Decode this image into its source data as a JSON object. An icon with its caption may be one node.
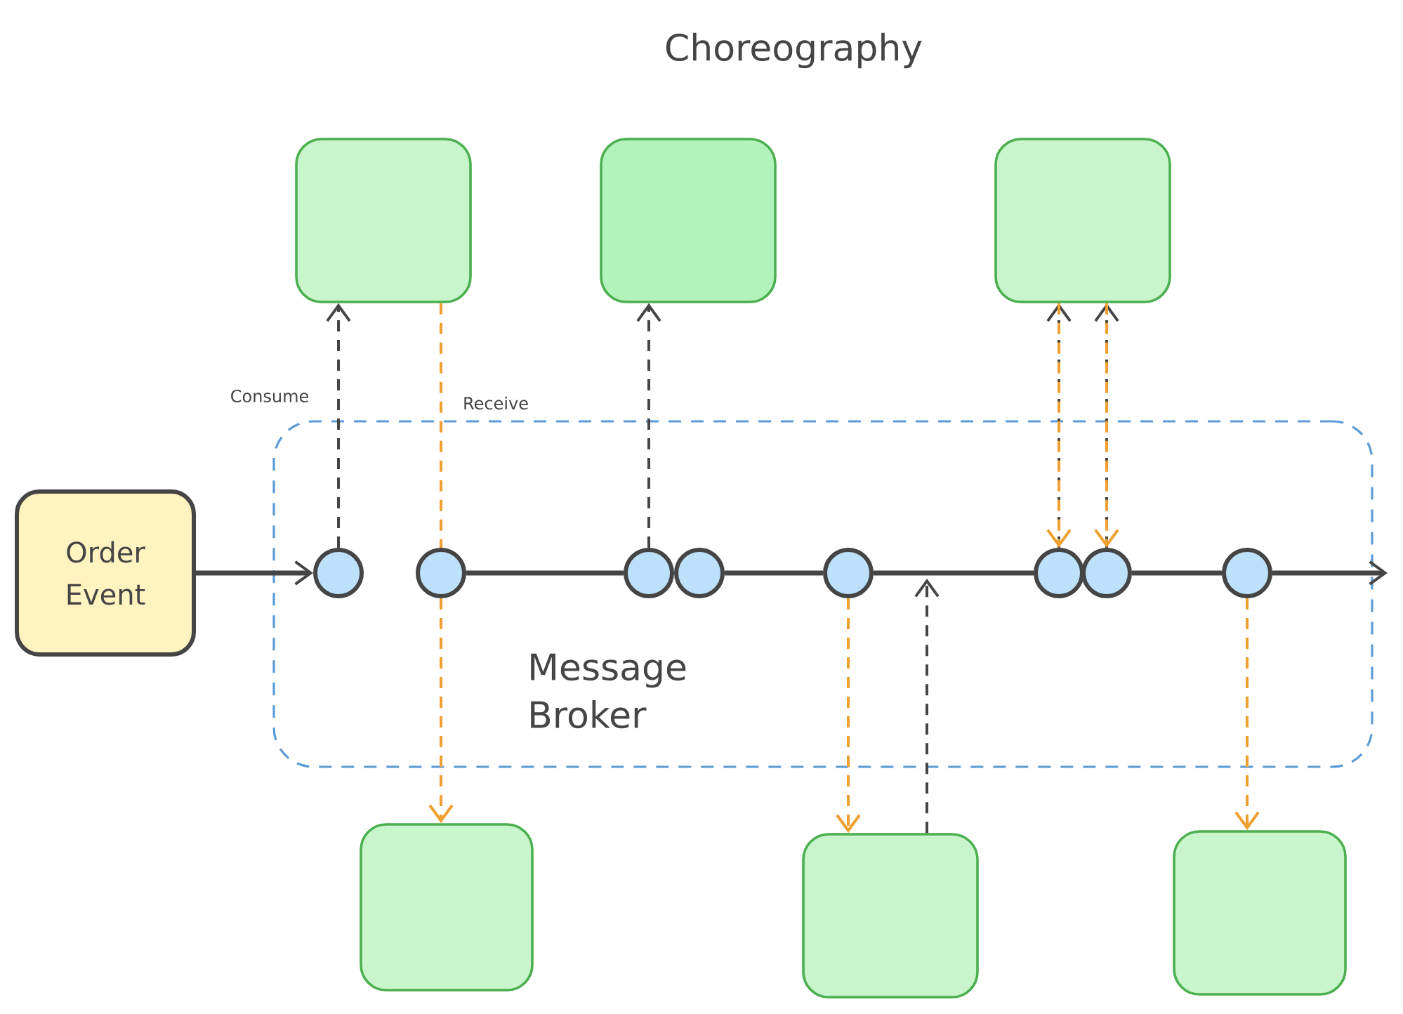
{
  "diagram": {
    "title": "Choreography",
    "nodes": [
      {
        "text": [
          "Message Broker"
        ]
      },
      {
        "text": [
          "Order Event"
        ]
      },
      {
        "text": [],
        "shape": "box"
      },
      {
        "text": [],
        "shape": "box"
      },
      {
        "text": [],
        "shape": "box"
      },
      {
        "text": [],
        "shape": "box"
      },
      {
        "text": [],
        "shape": "box"
      },
      {
        "text": [],
        "shape": "box"
      },
      {
        "text": [],
        "shape": "circle",
        "in": 0
      },
      {
        "text": [],
        "shape": "circle",
        "in": 0
      },
      {
        "text": [],
        "shape": "circle",
        "in": 0
      },
      {
        "text": [],
        "shape": "circle",
        "in": 0
      },
      {
        "text": [],
        "shape": "circle",
        "in": 0
      },
      {
        "text": [],
        "shape": "circle",
        "in": 0
      },
      {
        "text": [],
        "shape": "circle",
        "in": 0
      },
      {
        "text": [],
        "shape": "circle",
        "in": 0
      }
    ],
    "edges": [
      {
        "from": 1,
        "to": 8,
        "arrow": "to"
      },
      {
        "from": 8,
        "to": 2,
        "arrow": "to",
        "style": "dashed",
        "label": "Consume"
      },
      {
        "from": 2,
        "to": 9,
        "arrow": "none",
        "style": "dashed",
        "color": "#f0a030",
        "label": "Receive"
      },
      {
        "from": 9,
        "to": 5,
        "arrow": "to",
        "style": "dashed",
        "color": "#f0a030"
      },
      {
        "from": 9,
        "to": 10,
        "arrow": "none"
      },
      {
        "from": 10,
        "to": 3,
        "arrow": "to",
        "style": "dashed"
      },
      {
        "from": 11,
        "to": 12,
        "arrow": "none"
      },
      {
        "from": 12,
        "to": 13,
        "arrow": "none"
      },
      {
        "from": 12,
        "to": 6,
        "arrow": "to",
        "style": "dashed",
        "color": "#f0a030"
      },
      {
        "from": 6,
        "to": null,
        "arrow": "to",
        "style": "dashed"
      },
      {
        "from": 13,
        "to": 4,
        "arrow": "to",
        "style": "dashed"
      },
      {
        "from": 4,
        "to": 13,
        "arrow": "to",
        "style": "dashed",
        "color": "#f0a030"
      },
      {
        "from": 14,
        "to": 4,
        "arrow": "to",
        "style": "dashed"
      },
      {
        "from": 4,
        "to": 14,
        "arrow": "to",
        "style": "dashed",
        "color": "#f0a030"
      },
      {
        "from": 14,
        "to": 15,
        "arrow": "none"
      },
      {
        "from": 15,
        "to": 7,
        "arrow": "to",
        "style": "dashed",
        "color": "#f0a030"
      },
      {
        "from": 15,
        "to": null,
        "arrow": "to"
      }
    ]
  }
}
